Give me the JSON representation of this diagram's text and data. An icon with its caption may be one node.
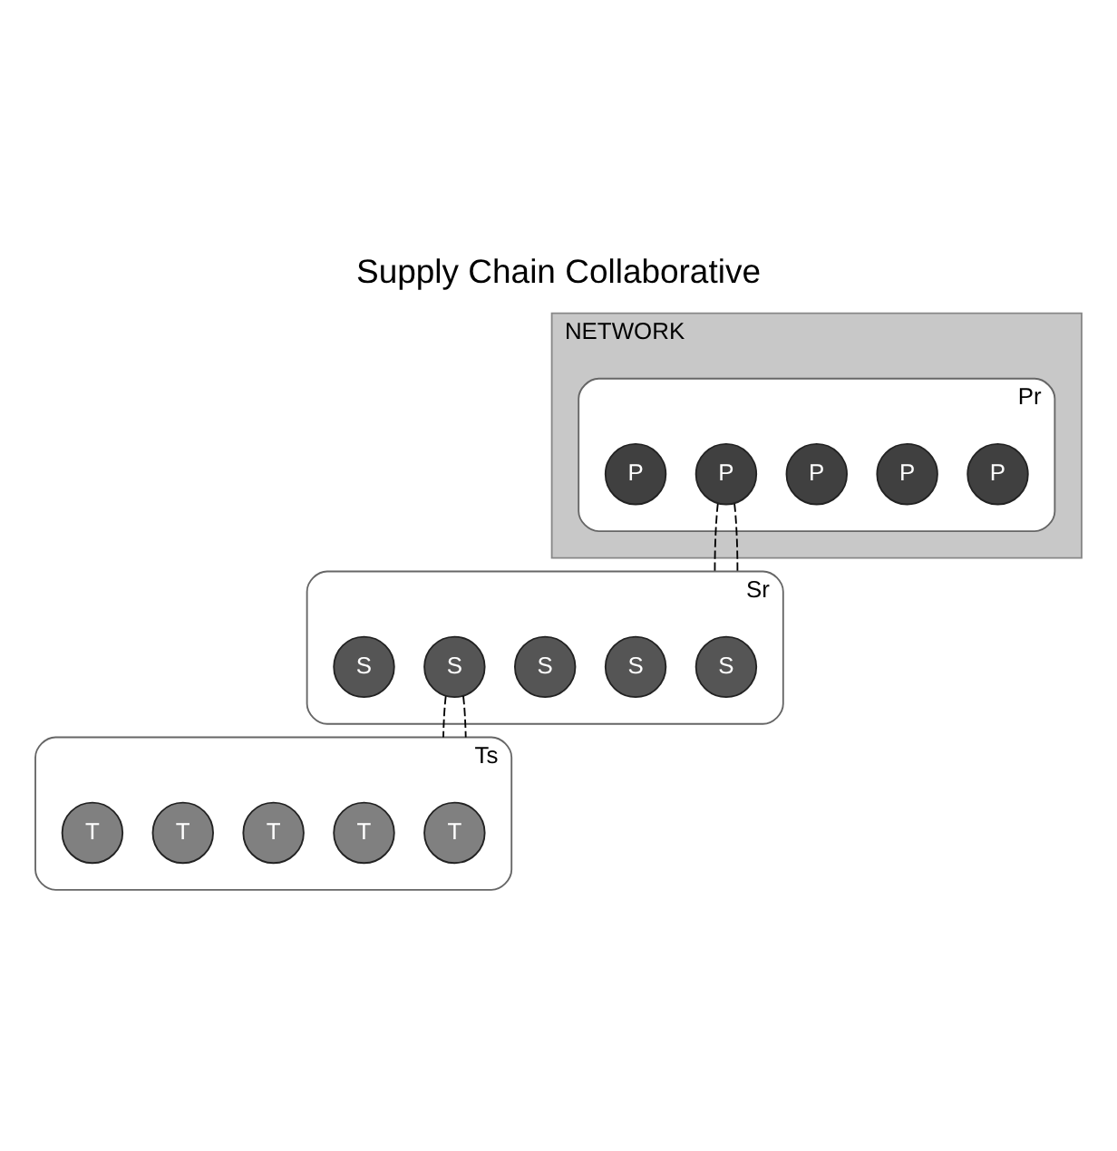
{
  "diagram": {
    "title": "Supply Chain Collaborative",
    "nodes": [
      {
        "text": [
          "NETWORK"
        ]
      },
      {
        "text": [
          "Pr"
        ],
        "in": 0
      },
      {
        "text": [
          "P"
        ],
        "in": 1
      },
      {
        "text": [
          "P"
        ],
        "in": 1
      },
      {
        "text": [
          "P"
        ],
        "in": 1
      },
      {
        "text": [
          "P"
        ],
        "in": 1
      },
      {
        "text": [
          "P"
        ],
        "in": 1
      },
      {
        "text": [
          "Sr"
        ]
      },
      {
        "text": [
          "S"
        ],
        "in": 7
      },
      {
        "text": [
          "S"
        ],
        "in": 7
      },
      {
        "text": [
          "S"
        ],
        "in": 7
      },
      {
        "text": [
          "S"
        ],
        "in": 7
      },
      {
        "text": [
          "S"
        ],
        "in": 7
      },
      {
        "text": [
          "Ts"
        ]
      },
      {
        "text": [
          "T"
        ],
        "in": 13
      },
      {
        "text": [
          "T"
        ],
        "in": 13
      },
      {
        "text": [
          "T"
        ],
        "in": 13
      },
      {
        "text": [
          "T"
        ],
        "in": 13
      },
      {
        "text": [
          "T"
        ],
        "in": 13
      }
    ],
    "edges": [
      {
        "from": 5,
        "to": 7,
        "arrow": "none",
        "style": "dashed"
      },
      {
        "from": 5,
        "to": 7,
        "arrow": "none",
        "style": "dashed"
      },
      {
        "from": 11,
        "to": 13,
        "arrow": "none",
        "style": "dashed"
      },
      {
        "from": 11,
        "to": 13,
        "arrow": "none",
        "style": "dashed"
      }
    ]
  }
}
